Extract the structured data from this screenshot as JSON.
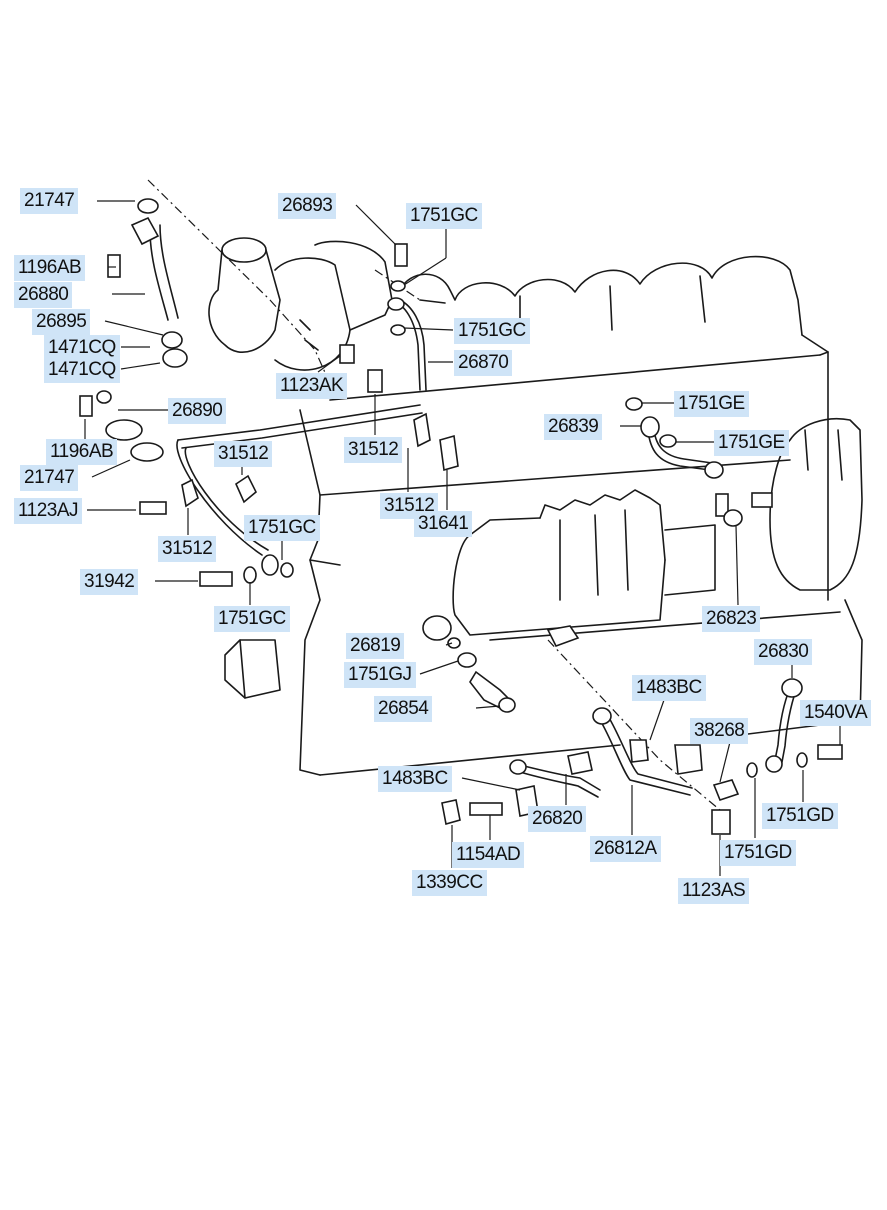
{
  "callouts": [
    {
      "id": "c1",
      "part": "21747"
    },
    {
      "id": "c2",
      "part": "1196AB"
    },
    {
      "id": "c3",
      "part": "26880"
    },
    {
      "id": "c4",
      "part": "26895"
    },
    {
      "id": "c5",
      "part": "1471CQ"
    },
    {
      "id": "c6",
      "part": "1471CQ"
    },
    {
      "id": "c7",
      "part": "26890"
    },
    {
      "id": "c8",
      "part": "1196AB"
    },
    {
      "id": "c9",
      "part": "21747"
    },
    {
      "id": "c10",
      "part": "1123AJ"
    },
    {
      "id": "c11",
      "part": "31512"
    },
    {
      "id": "c12",
      "part": "31942"
    },
    {
      "id": "c13",
      "part": "1751GC"
    },
    {
      "id": "c14",
      "part": "31512"
    },
    {
      "id": "c15",
      "part": "1751GC"
    },
    {
      "id": "c16",
      "part": "26893"
    },
    {
      "id": "c17",
      "part": "1751GC"
    },
    {
      "id": "c18",
      "part": "1751GC"
    },
    {
      "id": "c19",
      "part": "26870"
    },
    {
      "id": "c20",
      "part": "1123AK"
    },
    {
      "id": "c21",
      "part": "31512"
    },
    {
      "id": "c22",
      "part": "31512"
    },
    {
      "id": "c23",
      "part": "31641"
    },
    {
      "id": "c24",
      "part": "1751GE"
    },
    {
      "id": "c25",
      "part": "26839"
    },
    {
      "id": "c26",
      "part": "1751GE"
    },
    {
      "id": "c27",
      "part": "26823"
    },
    {
      "id": "c28",
      "part": "26819"
    },
    {
      "id": "c29",
      "part": "1751GJ"
    },
    {
      "id": "c30",
      "part": "26854"
    },
    {
      "id": "c31",
      "part": "26830"
    },
    {
      "id": "c32",
      "part": "1483BC"
    },
    {
      "id": "c33",
      "part": "1540VA"
    },
    {
      "id": "c34",
      "part": "38268"
    },
    {
      "id": "c35",
      "part": "1483BC"
    },
    {
      "id": "c36",
      "part": "26820"
    },
    {
      "id": "c37",
      "part": "26812A"
    },
    {
      "id": "c38",
      "part": "1751GD"
    },
    {
      "id": "c39",
      "part": "1751GD"
    },
    {
      "id": "c40",
      "part": "1154AD"
    },
    {
      "id": "c41",
      "part": "1339CC"
    },
    {
      "id": "c42",
      "part": "1123AS"
    }
  ]
}
